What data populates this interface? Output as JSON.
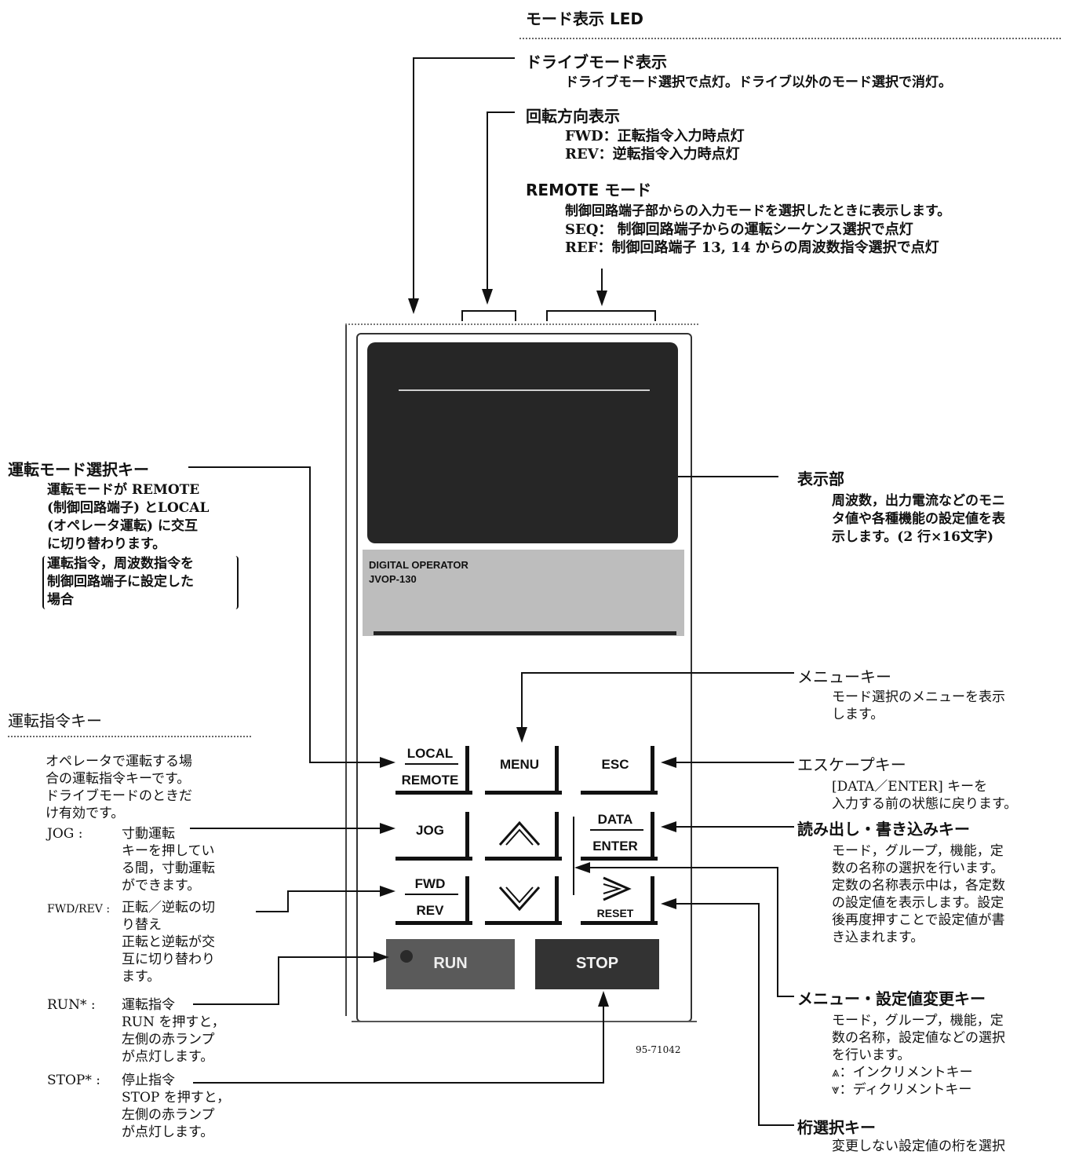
{
  "mode_led": {
    "title": "モード表示 LED",
    "drive": {
      "heading": "ドライブモード表示",
      "lines": [
        "ドライブモード選択で点灯。ドライブ以外のモード選択で消灯。"
      ]
    },
    "rotation": {
      "heading": "回転方向表示",
      "lines": [
        "FWD：正転指令入力時点灯",
        "REV：逆転指令入力時点灯"
      ]
    },
    "remote": {
      "heading": "REMOTE モード",
      "lines": [
        "制御回路端子部からの入力モードを選択したときに表示します。",
        "SEQ： 制御回路端子からの運転シーケンス選択で点灯",
        "REF：制御回路端子 13, 14 からの周波数指令選択で点灯"
      ]
    }
  },
  "op_mode_key": {
    "heading": "運転モード選択キー",
    "lines": [
      "運転モードが REMOTE",
      "(制御回路端子) とLOCAL",
      "(オペレータ運転) に交互",
      "に切り替わります。",
      "運転指令，周波数指令を",
      "制御回路端子に設定した",
      "場合"
    ]
  },
  "display": {
    "heading": "表示部",
    "lines": [
      "周波数，出力電流などのモニ",
      "タ値や各種機能の設定値を表",
      "示します。(2 行×16文字)"
    ]
  },
  "run_cmd_key": {
    "heading": "運転指令キー",
    "lines": [
      "オペレータで運転する場",
      "合の運転指令キーです。",
      "ドライブモードのときだ",
      "け有効です。"
    ],
    "items": [
      {
        "label": "JOG :",
        "lines": [
          "寸動運転",
          "キーを押してい",
          "る間，寸動運転",
          "ができます。"
        ]
      },
      {
        "label": "FWD/REV :",
        "lines": [
          "正転／逆転の切",
          "り替え",
          "正転と逆転が交",
          "互に切り替わり",
          "ます。"
        ]
      },
      {
        "label": "RUN* :",
        "lines": [
          "運転指令",
          "RUN を押すと，",
          "左側の赤ランプ",
          "が点灯します。"
        ]
      },
      {
        "label": "STOP* :",
        "lines": [
          "停止指令",
          "STOP を押すと，",
          "左側の赤ランプ",
          "が点灯します。"
        ]
      }
    ]
  },
  "menu_key": {
    "heading": "メニューキー",
    "lines": [
      "モード選択のメニューを表示",
      "します。"
    ]
  },
  "esc_key": {
    "heading": "エスケープキー",
    "lines": [
      "[DATA／ENTER] キーを",
      "入力する前の状態に戻ります。"
    ]
  },
  "rw_key": {
    "heading": "読み出し・書き込みキー",
    "lines": [
      "モード，グループ，機能，定",
      "数の名称の選択を行います。",
      "定数の名称表示中は，各定数",
      "の設定値を表示します。設定",
      "後再度押すことで設定値が書",
      "き込まれます。"
    ]
  },
  "change_key": {
    "heading": "メニュー・設定値変更キー",
    "lines": [
      "モード，グループ，機能，定",
      "数の名称，設定値などの選択",
      "を行います。",
      "⩓：インクリメントキー",
      "⩔：ディクリメントキー"
    ]
  },
  "digit_key": {
    "heading": "桁選択キー",
    "lines": [
      "変更しない設定値の桁を選択"
    ]
  },
  "panel": {
    "brand": "DIGITAL OPERATOR",
    "model": "JVOP-130",
    "part_no": "95-71042",
    "keys": {
      "local": "LOCAL",
      "remote": "REMOTE",
      "menu": "MENU",
      "esc": "ESC",
      "jog": "JOG",
      "data": "DATA",
      "enter": "ENTER",
      "fwd": "FWD",
      "rev": "REV",
      "reset": "RESET",
      "run": "RUN",
      "stop": "STOP"
    }
  }
}
